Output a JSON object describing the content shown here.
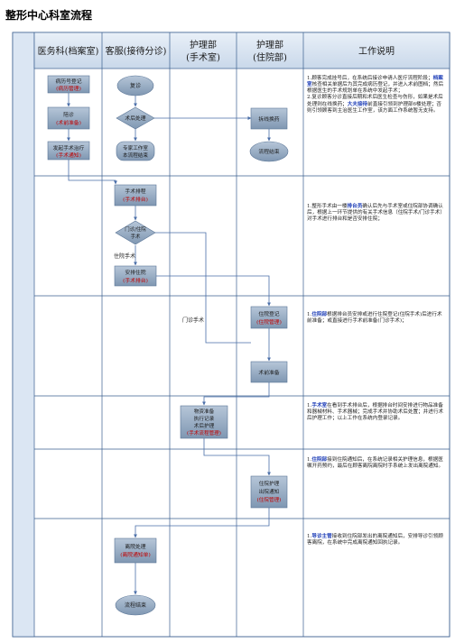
{
  "title": "整形中心科室流程",
  "headers": {
    "col1": "医务科(档案室)",
    "col2": "客服(接待分诊)",
    "col3_line1": "护理部",
    "col3_line2": "(手术室)",
    "col4_line1": "护理部",
    "col4_line2": "(住院部)",
    "col5": "工作说明"
  },
  "nodes": {
    "bingli_l1": "病历号登记",
    "bingli_l2": "(病历管理)",
    "fubin_l1": "陪诊",
    "fubin_l2": "(术前准备)",
    "faqi_l1": "发起手术治疗",
    "faqi_l2": "(手术通知)",
    "fuzhen": "复诊",
    "shuhou": "术后处理",
    "zhuanjia_l1": "专家工作室",
    "zhuanjia_l2": "本流程结束",
    "huanxian": "拆线换药",
    "liucheng_end1": "流程结束",
    "shoushu_l1": "手术排程",
    "shoushu_l2": "(手术排台)",
    "menzhen_l1": "门诊/住院",
    "menzhen_l2": "手术",
    "zhuyuan_shoushu": "住院手术",
    "anpai_l1": "安排住院",
    "anpai_l2": "(手术排台)",
    "menzhen_shoushu": "门诊手术",
    "zydj_l1": "住院登记",
    "zydj_l2": "(住院管理)",
    "shuqian": "术前准备",
    "wuzi_l1": "物资准备",
    "wuzi_l2": "执行记录",
    "wuzi_l3": "术后护理",
    "wuzi_l4": "(手术流程管理)",
    "zhuyuan_hl_l1": "住院护理",
    "zhuyuan_hl_l2": "出院通知",
    "zhuyuan_hl_l3": "(住院管理)",
    "chuyuan_l1": "离院处理",
    "chuyuan_l2": "(离院通知单)",
    "liucheng_end2": "流程结束"
  },
  "notes": {
    "n1_a": "1.顾客完成挂号后，在系统后接诊申请人医疗流程阶段；",
    "n1_b": "档案室",
    "n1_c": "核查相关单据后为其完成病历登记，并进入术前图档；然后根据医生的手术规划单在系统中发起手术；",
    "n2_a": "2.复诊顾客分诊直接后期和术后医生检查与伤形，如果是术后处理则在线换药；",
    "n2_b": "大夫接待",
    "n2_c": "前直接引领到护理部6楼处理；否则引领顾客到主治医生工作室，该方面工作系统暂无支持。",
    "n3_a": "1.整形手术由一楼",
    "n3_b": "排台员",
    "n3_c": "确认后先与手术室或住院部协调确认后，根据上一环节提供的有关手术信息（住院手术/门诊手术）对手术进行排台和是否安排住院；",
    "n4_a": "1.",
    "n4_b": "住院部",
    "n4_c": "根据排台员安排或进行住院登记(住院手术)后进行术前准备；或直接进行手术前准备(门诊手术)；",
    "n5_a": "1.",
    "n5_b": "手术室",
    "n5_c": "在看到手术排台后，根据排台时间安排进行物品准备和器械材料、手术器械；完成手术并协助术后处置；并进行术后护理工作；以上工作在系统内登录记录。",
    "n6_a": "1.",
    "n6_b": "住院部",
    "n6_c": "接到住院通知后，在系统记录相关护理信息，根据医嘱开药预约，最后在顾客离院离院时手系统上发出离院通知。",
    "n7_a": "1.",
    "n7_b": "导诊主管",
    "n7_c": "接收到住院部发出的离院通知后，安排导诊引领顾客离院，在系统中完成离院通知回执记录。"
  },
  "colors": {
    "header_bg": "#d6e3f1",
    "node_fill": "#8fa5bd",
    "node_fill_light": "#a9bbcf",
    "red_text": "#c00000",
    "blue_text": "#1f3fb8",
    "line": "#4a6ea8"
  }
}
